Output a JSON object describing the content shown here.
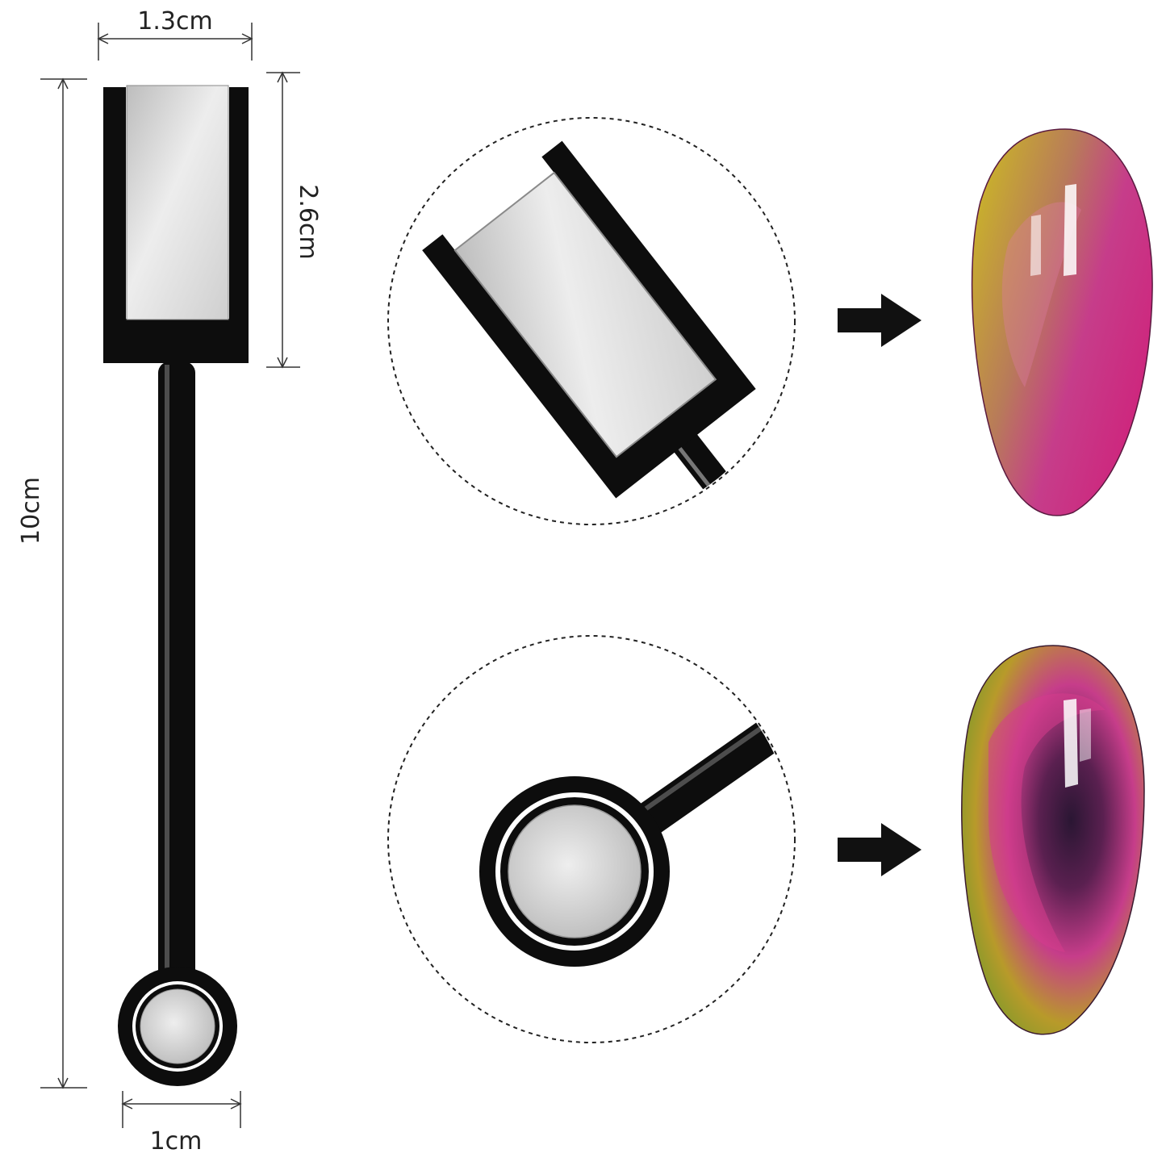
{
  "dimensions": {
    "head_width": "1.3cm",
    "head_height": "2.6cm",
    "total_length": "10cm",
    "round_end_diameter": "1cm"
  },
  "colors": {
    "tool_body": "#0d0d0d",
    "magnet_silver": "#d9d9d9",
    "dimension_line": "#333333",
    "arrow": "#111111",
    "nail_magenta": "#d0207a",
    "nail_gold": "#c9b22a",
    "nail_green": "#6f9a2a",
    "nail_dark": "#2a1633"
  },
  "icons": {
    "arrow_top": "arrow-right-icon",
    "arrow_bottom": "arrow-right-icon"
  }
}
